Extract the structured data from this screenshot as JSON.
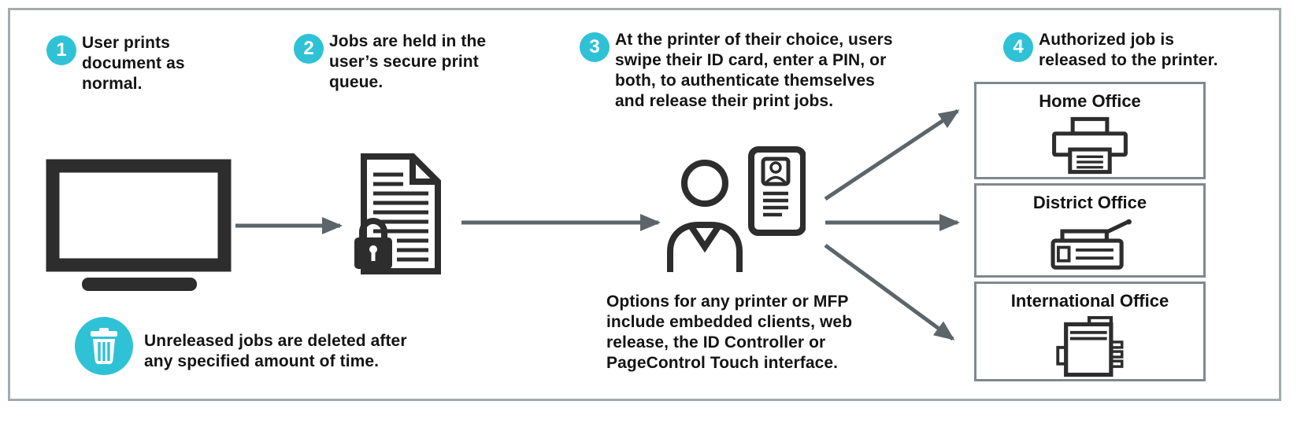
{
  "diagram": {
    "title_context": "Secure print release workflow",
    "steps": [
      {
        "number": "1",
        "text": "User prints\ndocument as\nnormal.",
        "icon": "monitor-icon"
      },
      {
        "number": "2",
        "text": "Jobs are held in the\nuser’s secure print\nqueue.",
        "icon": "locked-document-icon"
      },
      {
        "number": "3",
        "text": "At the printer of their choice, users\nswipe their ID card, enter a PIN, or\nboth, to authenticate themselves\nand release their print jobs.",
        "icon": "user-id-card-icon"
      },
      {
        "number": "4",
        "text": "Authorized job is\nreleased to the printer.",
        "icon": "office-printers"
      }
    ],
    "notes": {
      "options": "Options for any printer or MFP\ninclude embedded clients, web\nrelease, the ID Controller or\nPageControl Touch interface.",
      "deletion": "Unreleased jobs are deleted after\nany specified amount of time.",
      "deletion_icon": "trash-icon"
    },
    "offices": [
      {
        "label": "Home Office",
        "icon": "desktop-printer-icon"
      },
      {
        "label": "District Office",
        "icon": "fax-machine-icon"
      },
      {
        "label": "International Office",
        "icon": "copier-icon"
      }
    ],
    "colors": {
      "accent_cyan": "#2fc2d6",
      "icon_dark": "#2d2d2d",
      "arrow_gray": "#5c666a",
      "frame_gray": "#a4abae",
      "box_border_gray": "#7f898d"
    }
  }
}
